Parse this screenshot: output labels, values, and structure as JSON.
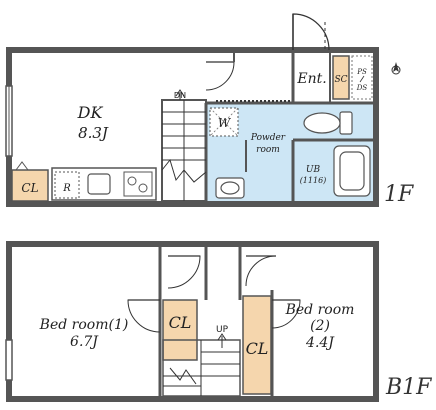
{
  "floor1": {
    "label": "1F",
    "dk": {
      "name": "DK",
      "size": "8.3J"
    },
    "powder": {
      "line1": "Powder",
      "line2": "room"
    },
    "ub": {
      "line1": "UB",
      "line2": "(1116)"
    },
    "entrance": "Ent.",
    "sc": "SC",
    "ps": {
      "line1": "PS",
      "line2": "DS"
    },
    "washer": "W",
    "fridge": "R",
    "closet": "CL",
    "stair_dir": "DN"
  },
  "floor2": {
    "label": "B1F",
    "bed1": {
      "line1": "Bed room(1)",
      "line2": "6.7J"
    },
    "bed2": {
      "line1": "Bed room",
      "line2": "(2)",
      "line3": "4.4J"
    },
    "closet_left": "CL",
    "closet_right": "CL",
    "stair_dir": "UP"
  },
  "colors": {
    "wall": "#555555",
    "wet_area": "#cde6f5",
    "closet": "#f5d6ad",
    "line": "#333333"
  },
  "icons": [
    "north-arrow-icon",
    "stove-icon",
    "sink-icon",
    "toilet-icon",
    "bathtub-icon",
    "washbasin-icon"
  ]
}
